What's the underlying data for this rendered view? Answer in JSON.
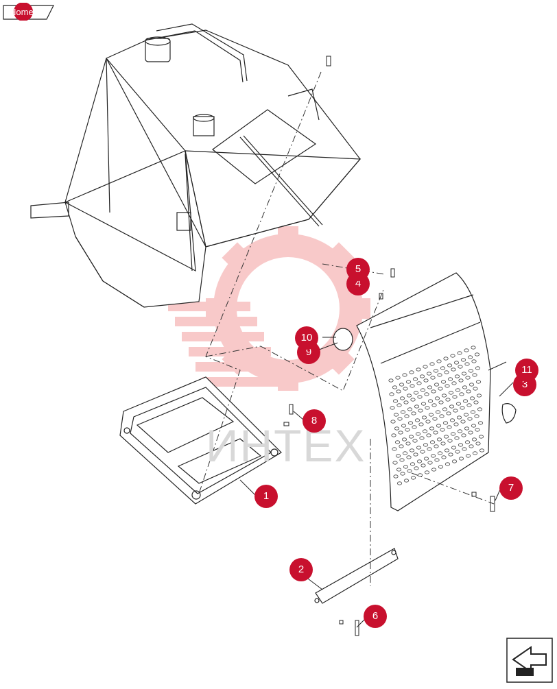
{
  "home": {
    "label": "Home"
  },
  "watermark": {
    "text": "ИНТЕХ"
  },
  "callouts": [
    {
      "id": "1",
      "label": "1"
    },
    {
      "id": "2",
      "label": "2"
    },
    {
      "id": "3",
      "label": "3"
    },
    {
      "id": "4",
      "label": "4"
    },
    {
      "id": "5",
      "label": "5"
    },
    {
      "id": "6",
      "label": "6"
    },
    {
      "id": "7",
      "label": "7"
    },
    {
      "id": "8",
      "label": "8"
    },
    {
      "id": "9",
      "label": "9"
    },
    {
      "id": "10",
      "label": "10"
    },
    {
      "id": "11",
      "label": "11"
    }
  ],
  "colors": {
    "accent": "#c8102e",
    "line": "#222222",
    "watermark": "#f4b8b8"
  },
  "icons": {
    "home": "home-tab-icon",
    "next": "next-page-arrow-icon"
  }
}
